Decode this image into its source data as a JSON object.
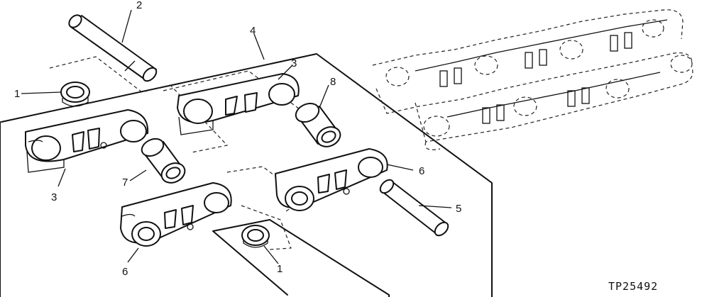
{
  "callouts": {
    "c1a": "1",
    "c1b": "1",
    "c2": "2",
    "c3a": "3",
    "c3b": "3",
    "c4": "4",
    "c5": "5",
    "c6a": "6",
    "c6b": "6",
    "c7": "7",
    "c8": "8"
  },
  "figure_id": "TP25492"
}
